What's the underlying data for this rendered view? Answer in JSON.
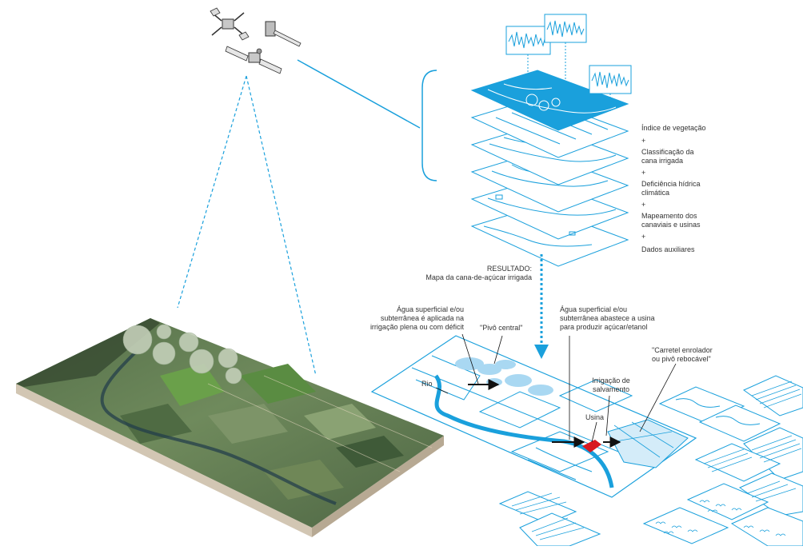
{
  "layers": {
    "vegetation_index": "Índice de vegetação",
    "plus_1": "+",
    "irrigated_cane_classification": "Classificação da\ncana irrigada",
    "plus_2": "+",
    "climatic_water_deficit": "Deficiência hídrica\nclimática",
    "plus_3": "+",
    "cane_fields_and_mills_mapping": "Mapeamento dos\ncanaviais e usinas",
    "plus_4": "+",
    "auxiliary_data": "Dados auxiliares"
  },
  "result": {
    "heading": "RESULTADO:",
    "caption": "Mapa da cana-de-açúcar irrigada"
  },
  "callouts": {
    "full_irrigation": "Água superficial e/ou\nsubterrânea é aplicada na\nirrigação plena ou com déficit",
    "center_pivot": "\"Pivô central\"",
    "mill_supply": "Água superficial e/ou\nsubterrânea abastece a usina\npara produzir açúcar/etanol",
    "reel_pivot": "\"Carretel enrolador\nou pivô rebocável\"",
    "salvage_irrigation": "Irrigação de\nsalvamento",
    "mill": "Usina",
    "river": "Rio"
  },
  "colors": {
    "accent_blue": "#1aa0dc",
    "light_blue": "#a9d8f2",
    "pale_blue": "#d4ecf9",
    "mill_red": "#d71920",
    "arrow_black": "#111111"
  }
}
